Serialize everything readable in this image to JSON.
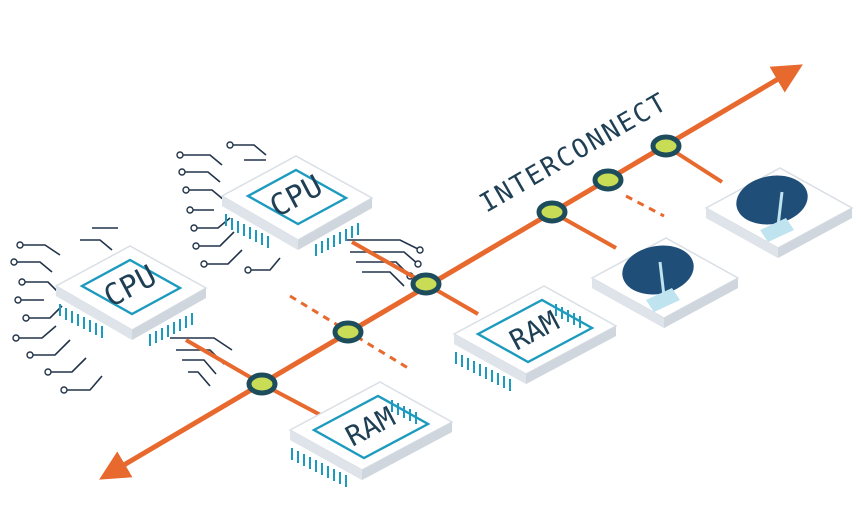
{
  "diagram": {
    "bus_label": "INTERCONNECT",
    "cpus": [
      {
        "label": "CPU"
      },
      {
        "label": "CPU"
      }
    ],
    "rams": [
      {
        "label": "RAM"
      },
      {
        "label": "RAM"
      }
    ],
    "gauges": [
      {
        "level": 0.15
      },
      {
        "level": 0.2
      }
    ],
    "colors": {
      "bus": "#e8692e",
      "node_fill": "#c8dc55",
      "node_ring": "#1d4c5c",
      "chip_border": "#1d9bbf",
      "chip_text": "#1f3f55",
      "pins": "#1d9bbf",
      "gauge_dial": "#1f4e78",
      "gauge_needle": "#bfe3ef",
      "traces": "#22344a"
    }
  }
}
